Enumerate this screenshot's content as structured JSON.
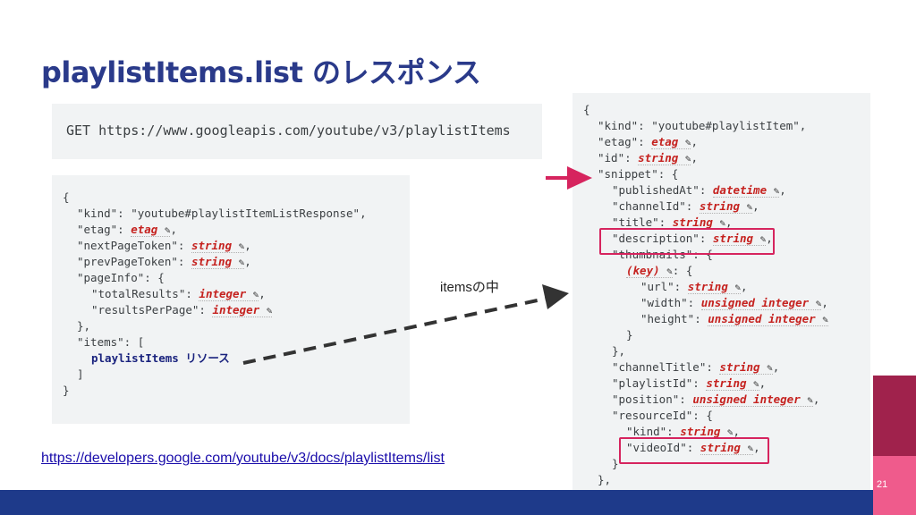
{
  "slide": {
    "title": "playlistItems.list のレスポンス",
    "request_line": "GET https://www.googleapis.com/youtube/v3/playlistItems",
    "arrow_label": "itemsの中",
    "reference_url": "https://developers.google.com/youtube/v3/docs/playlistItems/list",
    "page_number": "21"
  },
  "left_code": {
    "l1": "{",
    "l2": "\"kind\": \"youtube#playlistItemListResponse\",",
    "l3_key": "\"etag\": ",
    "l3_type": "etag",
    "l4_key": "\"nextPageToken\": ",
    "l4_type": "string",
    "l5_key": "\"prevPageToken\": ",
    "l5_type": "string",
    "l6": "\"pageInfo\": {",
    "l7_key": "\"totalResults\": ",
    "l7_type": "integer",
    "l8_key": "\"resultsPerPage\": ",
    "l8_type": "integer",
    "l9": "},",
    "l10": "\"items\": [",
    "l11": "playlistItems リソース",
    "l12": "]",
    "l13": "}"
  },
  "right_code": {
    "r1": "{",
    "r2": "\"kind\": \"youtube#playlistItem\",",
    "r3_key": "\"etag\": ",
    "r3_type": "etag",
    "r4_key": "\"id\": ",
    "r4_type": "string",
    "r5": "\"snippet\": {",
    "r6_key": "\"publishedAt\": ",
    "r6_type": "datetime",
    "r7_key": "\"channelId\": ",
    "r7_type": "string",
    "r8_key": "\"title\": ",
    "r8_type": "string",
    "r9_key": "\"description\": ",
    "r9_type": "string",
    "r10": "\"thumbnails\": {",
    "r11_type": "(key)",
    "r11_rest": ": {",
    "r12_key": "\"url\": ",
    "r12_type": "string",
    "r13_key": "\"width\": ",
    "r13_type": "unsigned integer",
    "r14_key": "\"height\": ",
    "r14_type": "unsigned integer",
    "r15": "}",
    "r16": "},",
    "r17_key": "\"channelTitle\": ",
    "r17_type": "string",
    "r18_key": "\"playlistId\": ",
    "r18_type": "string",
    "r19_key": "\"position\": ",
    "r19_type": "unsigned integer",
    "r20": "\"resourceId\": {",
    "r21_key": "\"kind\": ",
    "r21_type": "string",
    "r22_key": "\"videoId\": ",
    "r22_type": "string",
    "r23": "}",
    "r24": "},"
  },
  "icons": {
    "edit": "pencil-icon",
    "arrow": "pointer-arrow-icon"
  },
  "colors": {
    "title": "#2a3a8a",
    "type_value": "#c5221f",
    "highlight": "#d6245e",
    "footer": "#1e3a8a",
    "accent_dark": "#a0224c",
    "accent_pink": "#ef5b8c"
  }
}
